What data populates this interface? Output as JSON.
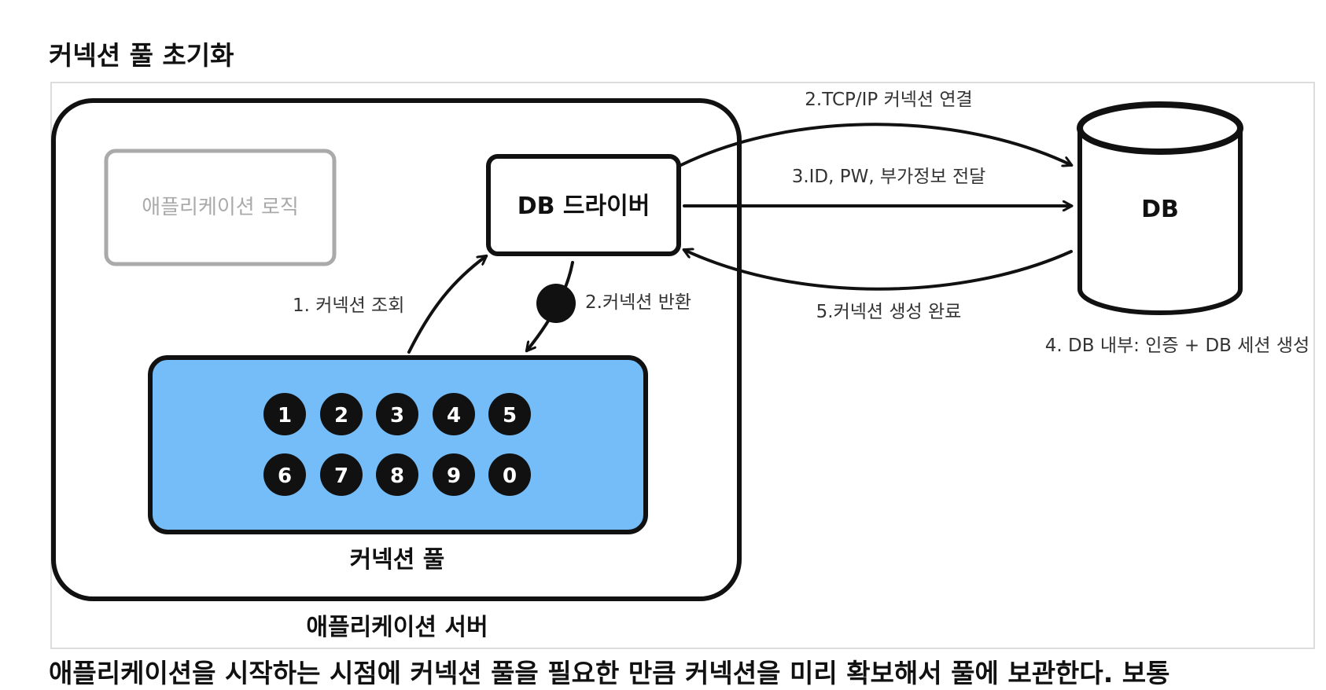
{
  "heading": "커넥션 풀 초기화",
  "diagram": {
    "app_server_label": "애플리케이션 서버",
    "app_logic_label": "애플리케이션 로직",
    "db_driver_label": "DB 드라이버",
    "pool_label": "커넥션 풀",
    "db_label": "DB",
    "connection_numbers": [
      "1",
      "2",
      "3",
      "4",
      "5",
      "6",
      "7",
      "8",
      "9",
      "0"
    ],
    "step_lookup": "1. 커넥션 조회",
    "step_return": "2.커넥션 반환",
    "step_tcp": "2.TCP/IP 커넥션 연결",
    "step_auth_info": "3.ID, PW, 부가정보 전달",
    "step_db_internal": "4. DB 내부: 인증 + DB 세션 생성",
    "step_complete": "5.커넥션 생성 완료",
    "colors": {
      "pool_fill": "#74bdf8",
      "muted": "#aaaaaa"
    }
  },
  "body_text_partial": "애플리케이션을 시작하는 시점에 커넥션 풀을 필요한 만큼 커넥션을 미리 확보해서 풀에 보관한다. 보통"
}
